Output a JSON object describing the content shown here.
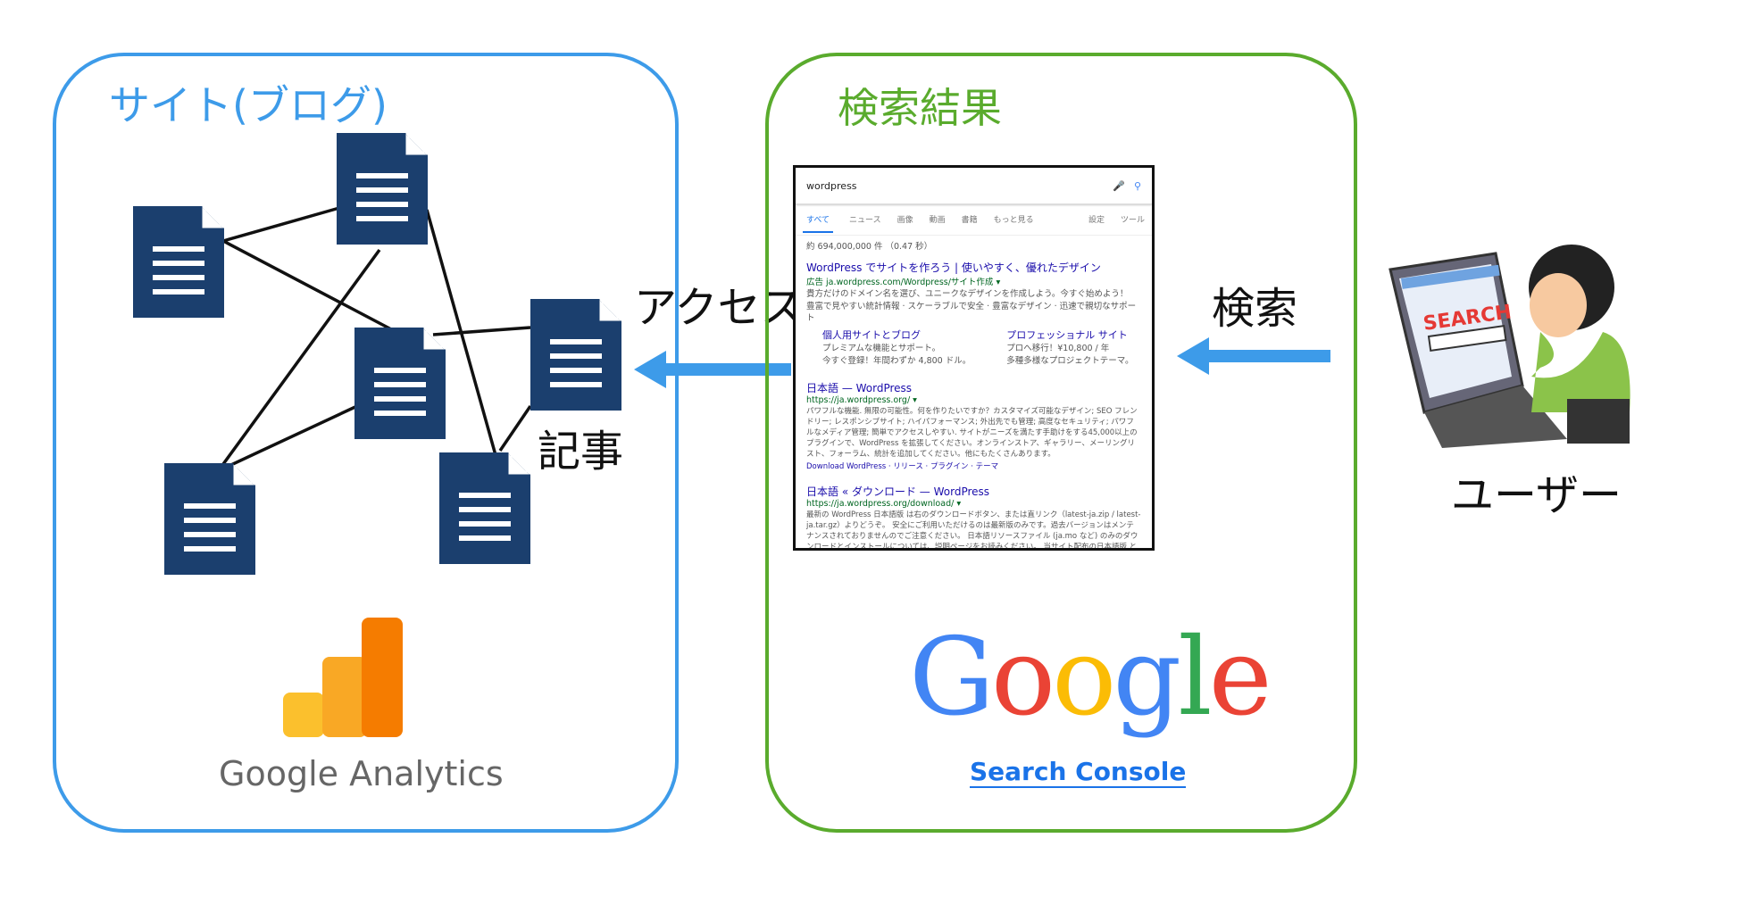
{
  "site_panel": {
    "title": "サイト(ブログ)",
    "article_label": "記事",
    "analytics_label": "Google Analytics"
  },
  "search_panel": {
    "title": "検索結果",
    "google_logo": "Google",
    "console_label": "Search Console"
  },
  "arrows": {
    "access_label": "アクセス",
    "search_label": "検索"
  },
  "user": {
    "label": "ユーザー",
    "screen_text": "SEARCH"
  },
  "serp": {
    "query": "wordpress",
    "tabs": [
      "すべて",
      "ニュース",
      "画像",
      "動画",
      "書籍",
      "もっと見る"
    ],
    "tools": [
      "設定",
      "ツール"
    ],
    "stats": "約 694,000,000 件 （0.47 秒）",
    "results": [
      {
        "title": "WordPress でサイトを作ろう | 使いやすく、優れたデザイン",
        "url": "広告 ja.wordpress.com/Wordpress/サイト作成 ▾",
        "lines": [
          "貴方だけのドメイン名を選び、ユニークなデザインを作成しよう。今すぐ始めよう！",
          "豊富で見やすい統計情報 · スケーラブルで安全 · 豊富なデザイン · 迅速で親切なサポート"
        ],
        "sitelinks": [
          {
            "title": "個人用サイトとブログ",
            "l1": "プレミアムな機能とサポート。",
            "l2": "今すぐ登録！年間わずか 4,800 ドル。"
          },
          {
            "title": "プロフェッショナル サイト",
            "l1": "プロへ移行！¥10,800 / 年",
            "l2": "多種多様なプロジェクトテーマ。"
          }
        ]
      },
      {
        "title": "日本語 — WordPress",
        "url": "https://ja.wordpress.org/ ▾",
        "lines": [
          "パワフルな機能. 無限の可能性。何を作りたいですか？カスタマイズ可能なデザイン; SEO フレンドリー; レスポンシブサイト; ハイパフォーマンス; 外出先でも管理; 高度なセキュリティ; パワフルなメディア管理; 簡単でアクセスしやすい. サイトがニーズを満たす手助けをする45,000以上のプラグインで、WordPress を拡張してください。オンラインストア、ギャラリー、メーリングリスト、フォーラム、統計を追加してください。他にもたくさんあります。"
        ],
        "links": "Download WordPress · リリース · プラグイン · テーマ"
      },
      {
        "title": "日本語 « ダウンロード — WordPress",
        "url": "https://ja.wordpress.org/download/ ▾",
        "lines": [
          "最新の WordPress 日本語版 は右のダウンロードボタン、または直リンク（latest-ja.zip / latest-ja.tar.gz）よりどうぞ。 安全にご利用いただけるのは最新版のみです。過去バージョンはメンテナンスされておりませんのでご注意ください。 日本語リソースファイル (ja.mo など) のみのダウンロードとインストールについては、説明ページをお読みください。 当サイト配布の日本語版 と 本家英語版の違いについては WordPress 日本語版について を参照してください。 日本公式キャラクター「わぷー」"
        ]
      }
    ]
  },
  "colors": {
    "blue": "#3d9be9",
    "green": "#5aab2d",
    "doc": "#1b3f6e"
  }
}
